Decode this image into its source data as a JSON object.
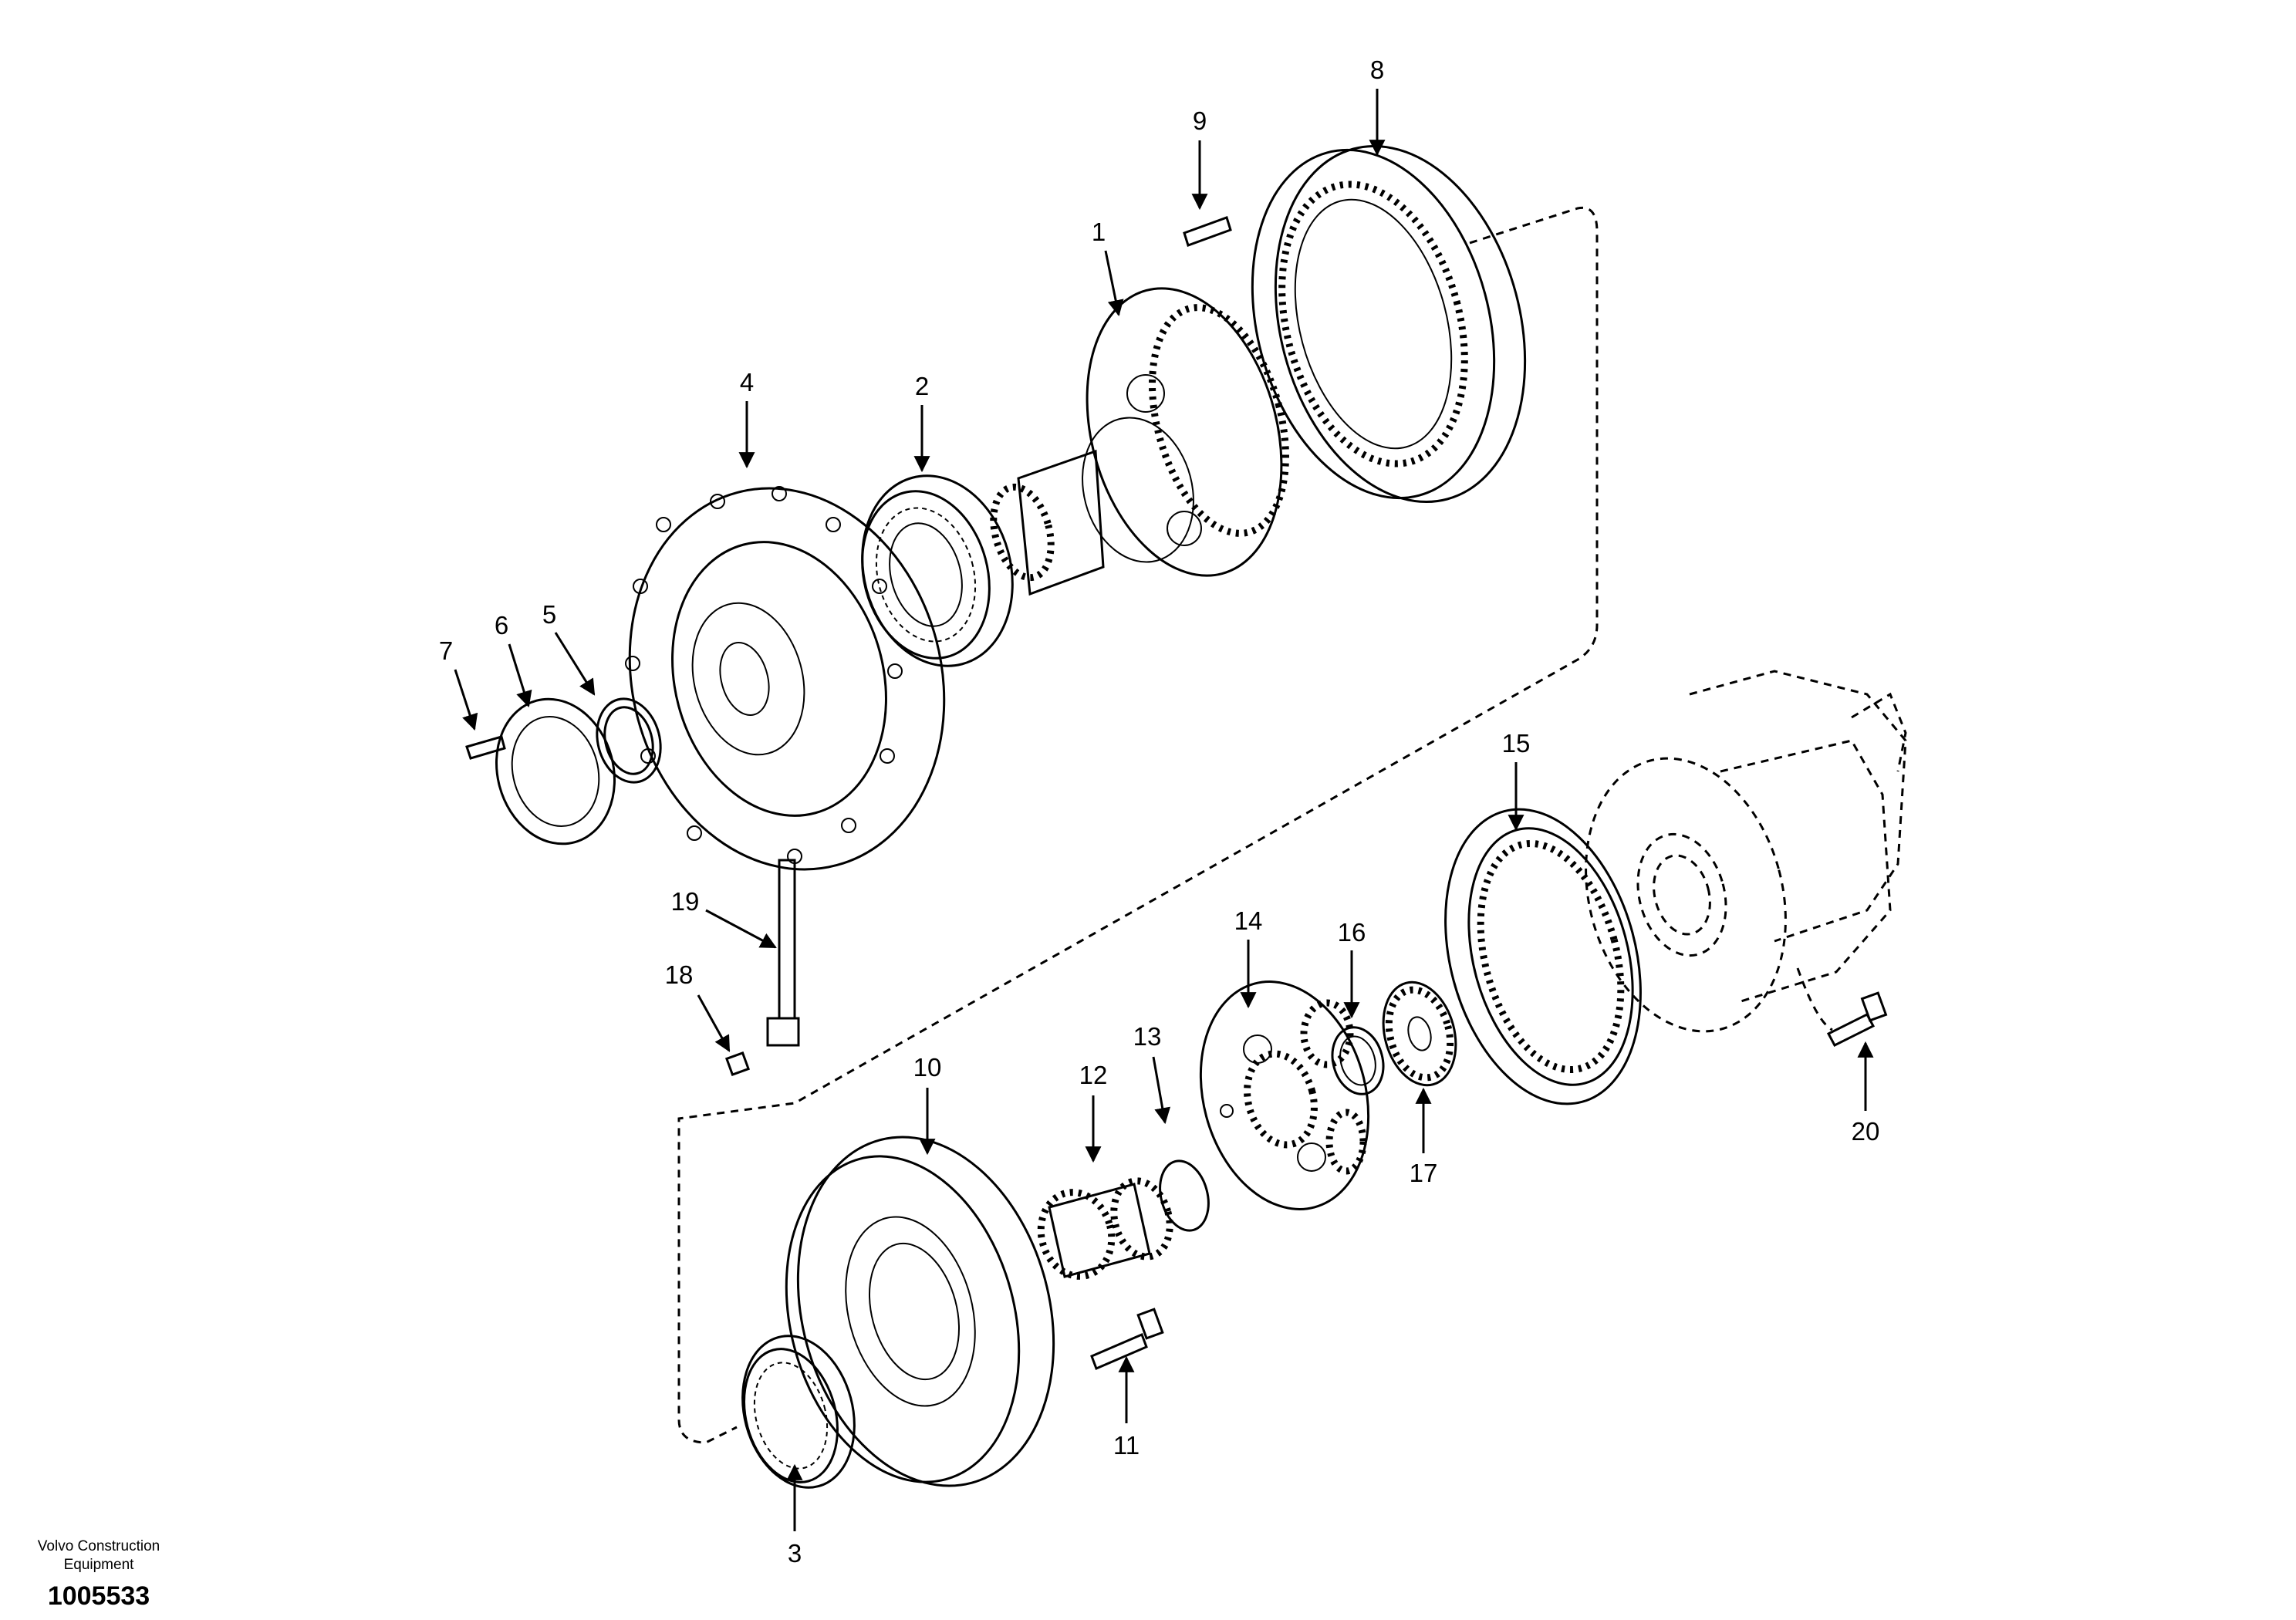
{
  "diagram": {
    "callouts": [
      "1",
      "2",
      "3",
      "4",
      "5",
      "6",
      "7",
      "8",
      "9",
      "10",
      "11",
      "12",
      "13",
      "14",
      "15",
      "16",
      "17",
      "18",
      "19",
      "20"
    ]
  },
  "footer": {
    "brand_line1": "Volvo Construction",
    "brand_line2": "Equipment",
    "doc_number": "1005533"
  },
  "colors": {
    "ink": "#000000",
    "background": "#ffffff"
  }
}
